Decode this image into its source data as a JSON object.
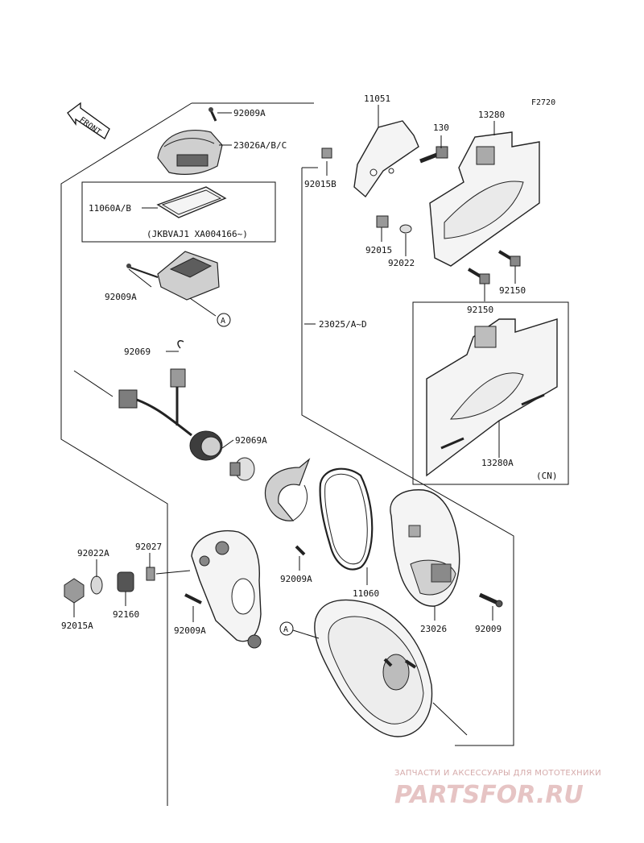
{
  "figure_code": "F2720",
  "front_label": "FRONT",
  "callouts": {
    "p92009A_top": "92009A",
    "p23026ABC": "23026A/B/C",
    "p11060AB": "11060A/B",
    "serial_note": "(JKBVAJ1 XA004166~)",
    "p92009A_mid": "92009A",
    "marker_a1": "A",
    "p92069": "92069",
    "p92069A": "92069A",
    "p11051": "11051",
    "p130": "130",
    "p13280": "13280",
    "p92015B": "92015B",
    "p92015": "92015",
    "p92022": "92022",
    "p92150_a": "92150",
    "p92150_b": "92150",
    "p23025": "23025/A~D",
    "p13280A": "13280A",
    "cn_note": "(CN)",
    "p92022A": "92022A",
    "p92027": "92027",
    "p92015A": "92015A",
    "p92160": "92160",
    "p92009A_low": "92009A",
    "p92009A_bot": "92009A",
    "p11060": "11060",
    "p23026": "23026",
    "p92009": "92009",
    "marker_a2": "A"
  },
  "watermark": {
    "top_text": "ЗАПЧАСТИ И АКСЕССУАРЫ ДЛЯ МОТОТЕХНИКИ",
    "logo_text": "PARTSFOR.RU"
  }
}
